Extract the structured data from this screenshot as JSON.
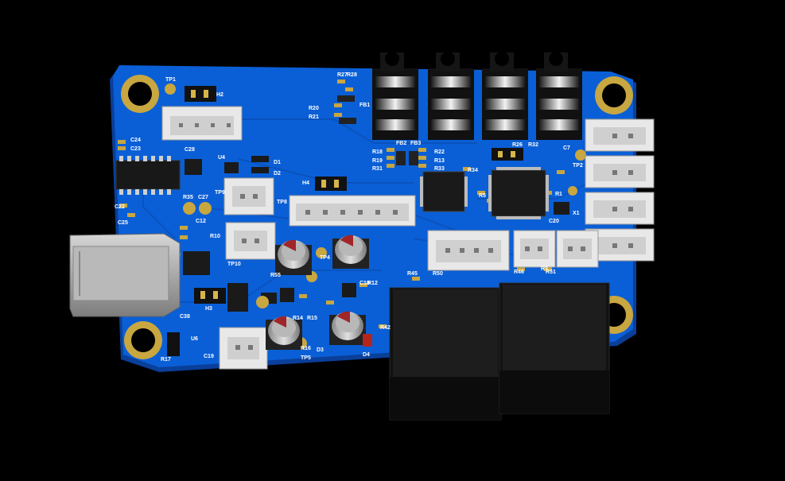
{
  "board": {
    "colors": {
      "background": "#000000",
      "pcb": "#0a5fd6",
      "pcb_dark": "#0a3f9a",
      "gold": "#c8a640",
      "silkscreen": "#ffffff",
      "connector_white": "#e8e8e8",
      "usb_metal": "#b9b9b9",
      "black_part": "#111111"
    },
    "labels": {
      "tp1": "TP1",
      "h2": "H2",
      "c28": "C28",
      "c24": "C24",
      "c23": "C23",
      "u4": "U4",
      "d1": "D1",
      "d2": "D2",
      "r35": "R35",
      "c27": "C27",
      "c22": "C22",
      "c25": "C25",
      "c12": "C12",
      "r10": "R10",
      "c38": "C38",
      "h3": "H3",
      "h4": "H4",
      "tp8": "TP8",
      "tp9": "TP9",
      "tp10": "TP10",
      "r55": "R55",
      "tp4": "TP4",
      "c18": "C18",
      "r14": "R14",
      "r15": "R15",
      "r16": "R16",
      "d3": "D3",
      "d4": "D4",
      "tp5": "TP5",
      "u6": "U6",
      "r17": "R17",
      "c19": "C19",
      "r27": "R27",
      "r28": "R28",
      "r20": "R20",
      "r21": "R21",
      "fb1": "FB1",
      "fb2": "FB2",
      "fb3": "FB3",
      "r18": "R18",
      "r19": "R19",
      "r31": "R31",
      "r22": "R22",
      "r13": "R13",
      "r33": "R33",
      "r34": "R34",
      "r26": "R26",
      "r32": "R32",
      "c7": "C7",
      "tp2": "TP2",
      "c20": "C20",
      "x1": "X1",
      "r3": "R3",
      "r45": "R45",
      "r50": "R50",
      "r46": "R46",
      "r51": "R51",
      "r42": "R42",
      "r5": "R5",
      "r1": "R1",
      "r12": "R12"
    }
  }
}
